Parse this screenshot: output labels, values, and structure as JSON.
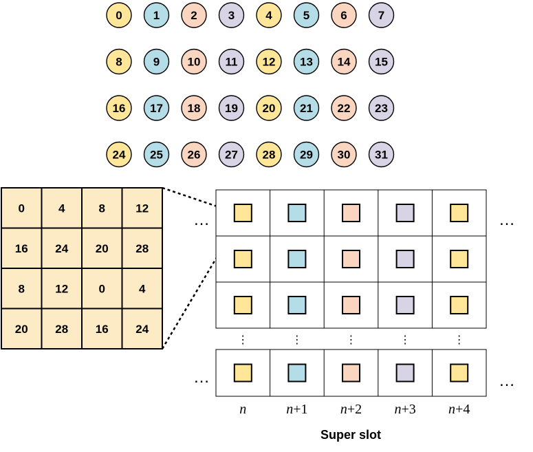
{
  "colors": {
    "yellow": "#FFE699",
    "blue": "#B4DDE7",
    "salmon": "#FAD5C0",
    "lavender": "#D9D3E6",
    "pattern_fill": "#FCEBC5",
    "stroke": "#000000"
  },
  "circle_grid": {
    "rows": [
      [
        "0",
        "1",
        "2",
        "3",
        "4",
        "5",
        "6",
        "7"
      ],
      [
        "8",
        "9",
        "10",
        "11",
        "12",
        "13",
        "14",
        "15"
      ],
      [
        "16",
        "17",
        "18",
        "19",
        "20",
        "21",
        "22",
        "23"
      ],
      [
        "24",
        "25",
        "26",
        "27",
        "28",
        "29",
        "30",
        "31"
      ]
    ],
    "color_cycle": [
      "yellow",
      "blue",
      "salmon",
      "lavender"
    ]
  },
  "pattern_table": {
    "rows": [
      [
        "0",
        "4",
        "8",
        "12"
      ],
      [
        "16",
        "24",
        "20",
        "28"
      ],
      [
        "8",
        "12",
        "0",
        "4"
      ],
      [
        "20",
        "28",
        "16",
        "24"
      ]
    ]
  },
  "slot_grid": {
    "ellipsis": "…",
    "vertical_ellipsis": "⋮",
    "column_colors": [
      "yellow",
      "blue",
      "salmon",
      "lavender",
      "yellow"
    ],
    "column_labels": [
      {
        "var": "n",
        "suffix": ""
      },
      {
        "var": "n",
        "suffix": "+1"
      },
      {
        "var": "n",
        "suffix": "+2"
      },
      {
        "var": "n",
        "suffix": "+3"
      },
      {
        "var": "n",
        "suffix": "+4"
      }
    ],
    "caption": "Super slot"
  }
}
